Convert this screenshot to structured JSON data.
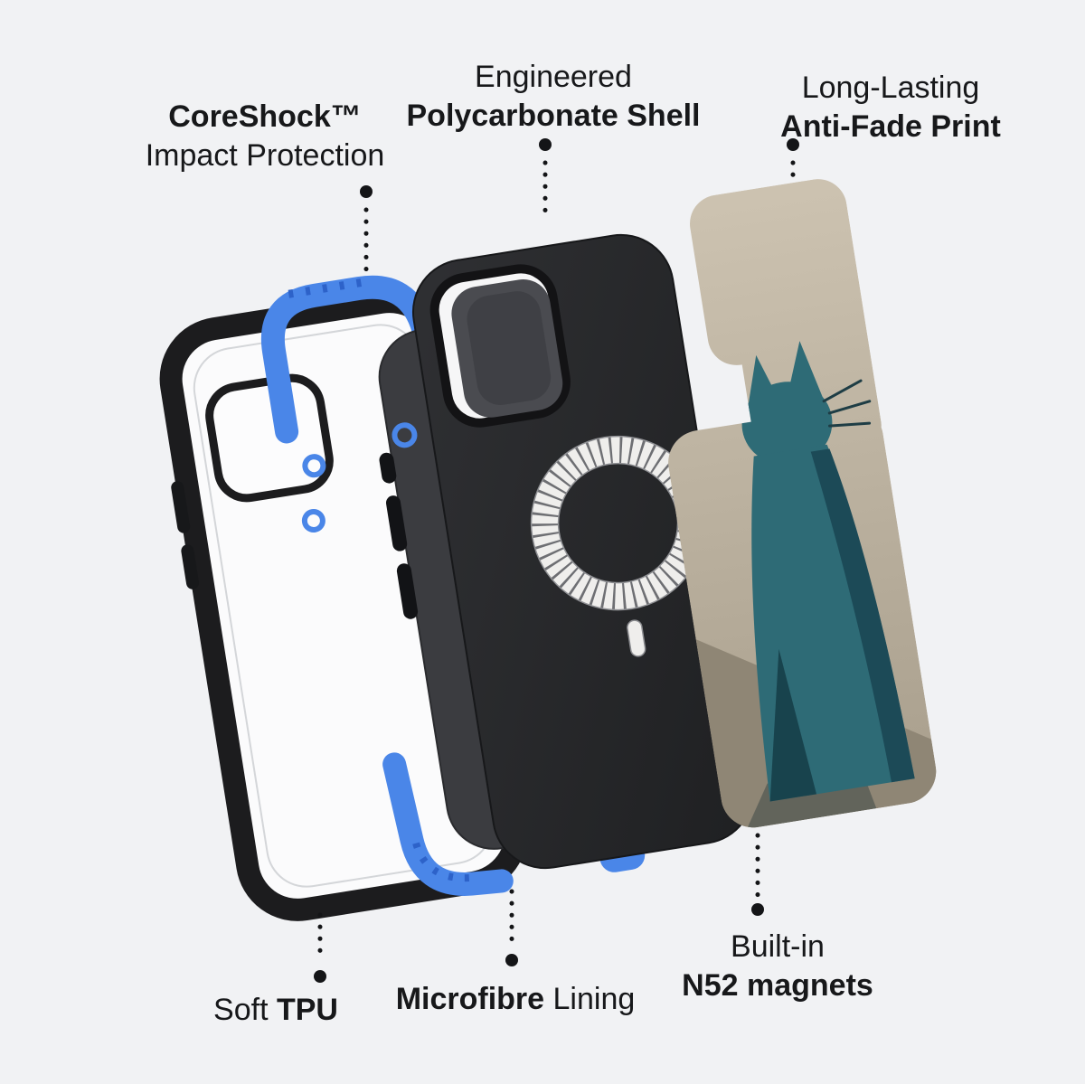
{
  "labels": {
    "coreshock": {
      "title": "CoreShock™",
      "subtitle": "Impact Protection"
    },
    "polycarbonate": {
      "intro": "Engineered",
      "title": "Polycarbonate Shell"
    },
    "antifade": {
      "intro": "Long-Lasting",
      "title": "Anti-Fade Print"
    },
    "tpu": {
      "intro": "Soft ",
      "title": "TPU"
    },
    "microfibre": {
      "title": "Microfibre",
      "suffix": " Lining"
    },
    "magnets": {
      "intro": "Built-in",
      "title": "N52 magnets"
    }
  },
  "illustration": {
    "layers": [
      "clear-back-tpu-case",
      "coreshock-blue-bumper",
      "microfibre-lining",
      "polycarbonate-shell",
      "magsafe-magnet-ring",
      "anti-fade-print-plate"
    ],
    "artwork_subject": "geometric teal cat on beige background"
  },
  "colors": {
    "background": "#f1f2f4",
    "accent_blue": "#4a86e8",
    "accent_blue_dark": "#2d62c9",
    "case_black": "#242527",
    "lining_gray": "#3b3c40",
    "plate_beige": "#cdc3b1",
    "plate_beige_dark": "#8f8675",
    "cat_teal": "#2e6b76",
    "cat_teal_dark": "#1c4a57",
    "text": "#17181a"
  }
}
